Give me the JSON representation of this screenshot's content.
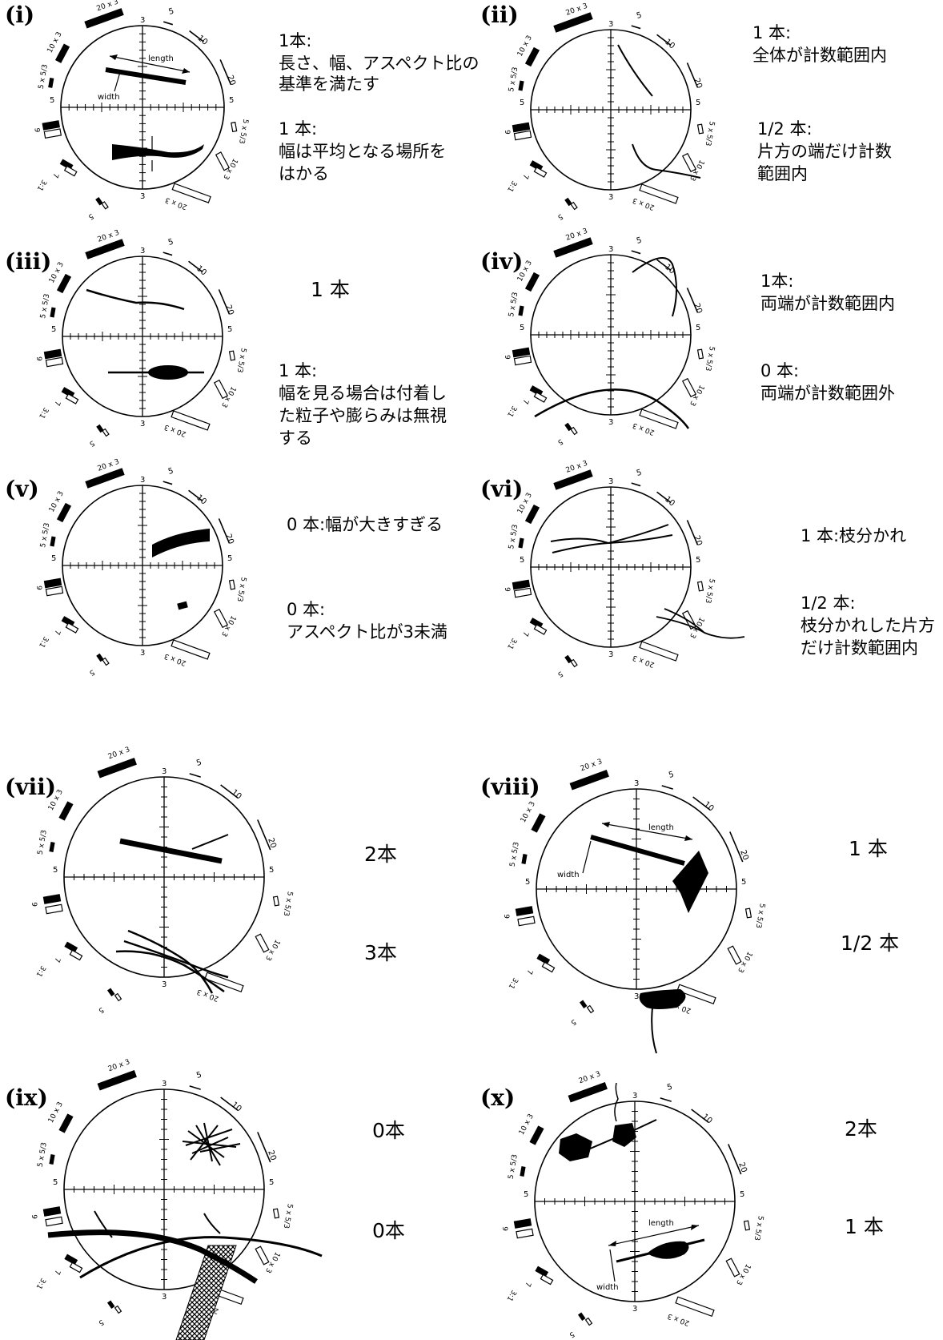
{
  "panels": [
    {
      "id": "i",
      "label": "(ⅰ)",
      "captions": [
        "1本:",
        "長さ、幅、アスペクト比の",
        "基準を満たす",
        "1 本:",
        "幅は平均となる場所を",
        "はかる"
      ]
    },
    {
      "id": "ii",
      "label": "(ⅱ)",
      "captions": [
        "1 本:",
        "全体が計数範囲内",
        "1/2 本:",
        "片方の端だけ計数",
        "範囲内"
      ]
    },
    {
      "id": "iii",
      "label": "(ⅲ)",
      "captions": [
        "1 本",
        "1 本:",
        "幅を見る場合は付着し",
        "た粒子や膨らみは無視",
        "する"
      ]
    },
    {
      "id": "iv",
      "label": "(ⅳ)",
      "captions": [
        "1本:",
        "両端が計数範囲内",
        "0 本:",
        "両端が計数範囲外"
      ]
    },
    {
      "id": "v",
      "label": "(ⅴ)",
      "captions": [
        "0 本:幅が大きすぎる",
        "0 本:",
        "アスペクト比が3未満"
      ]
    },
    {
      "id": "vi",
      "label": "(ⅵ)",
      "captions": [
        "1 本:枝分かれ",
        "1/2 本:",
        "枝分かれした片方",
        "だけ計数範囲内"
      ]
    },
    {
      "id": "vii",
      "label": "(ⅶ)",
      "captions": [
        "2本",
        "3本"
      ]
    },
    {
      "id": "viii",
      "label": "(ⅷ)",
      "captions": [
        "1 本",
        "1/2 本"
      ]
    },
    {
      "id": "ix",
      "label": "(ⅸ)",
      "captions": [
        "0本",
        "0本"
      ]
    },
    {
      "id": "x",
      "label": "(ⅹ)",
      "captions": [
        "2本",
        "1 本"
      ]
    }
  ],
  "graticule": {
    "axis_top": "3",
    "axis_bottom": "3",
    "axis_left": "5",
    "axis_right": "5",
    "scale_5": "5",
    "scale_10": "10",
    "scale_20": "20",
    "gauge_20x3": "20 x 3",
    "gauge_10x3": "10 x 3",
    "gauge_5x53": "5 x 5/3",
    "gauge_9": "9",
    "gauge_7": "7",
    "gauge_31": "3:1",
    "gauge_5": "5"
  },
  "annotations": {
    "length": "length",
    "width": "width"
  }
}
